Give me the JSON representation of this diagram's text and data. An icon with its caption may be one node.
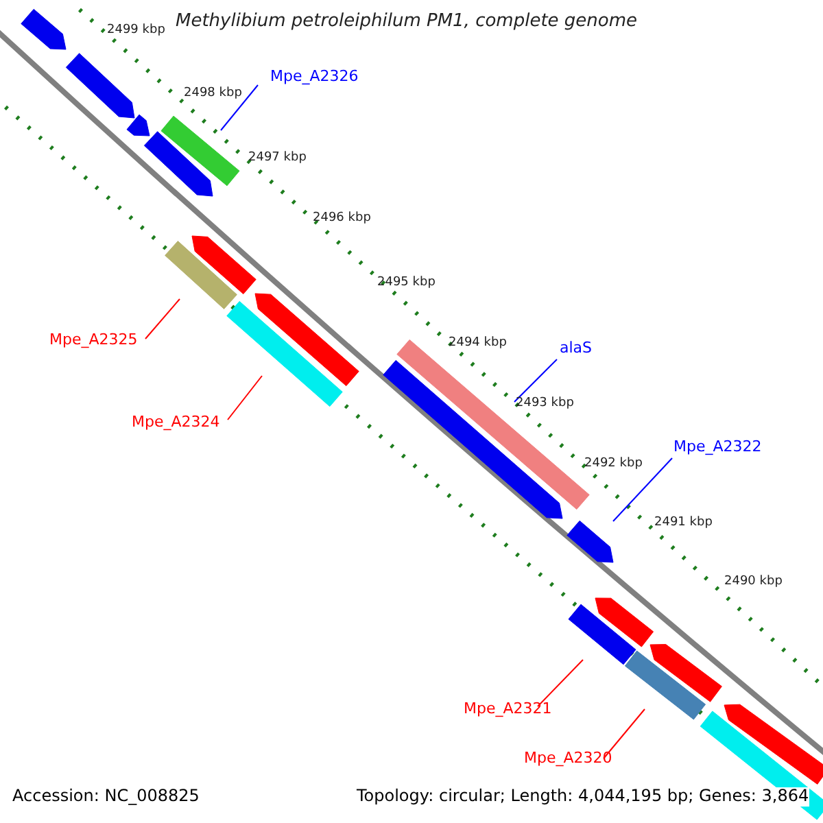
{
  "diagram": {
    "title": "Methylibium petroleiphilum PM1, complete genome",
    "nodes": [
      {
        "text": [],
        "shape": "arrow"
      },
      {
        "text": [],
        "shape": "arrow"
      },
      {
        "text": [],
        "shape": "arrow"
      },
      {
        "text": [],
        "shape": "arrow"
      },
      {
        "text": [],
        "shape": "bar"
      },
      {
        "text": [],
        "shape": "bar"
      },
      {
        "text": [],
        "shape": "arrow"
      },
      {
        "text": [],
        "shape": "arrow"
      },
      {
        "text": [],
        "shape": "arrow"
      },
      {
        "text": [],
        "shape": "arrow"
      },
      {
        "text": [],
        "shape": "bar"
      },
      {
        "text": [],
        "shape": "bar"
      },
      {
        "text": [],
        "shape": "arrow"
      },
      {
        "text": [],
        "shape": "arrow"
      },
      {
        "text": [],
        "shape": "arrow"
      },
      {
        "text": [],
        "shape": "bar"
      },
      {
        "text": [],
        "shape": "bar"
      },
      {
        "text": [],
        "shape": "bar"
      },
      {
        "text": [
          "Mpe_A2326"
        ]
      },
      {
        "text": [
          "alaS"
        ]
      },
      {
        "text": [
          "Mpe_A2322"
        ]
      },
      {
        "text": [
          "Mpe_A2325"
        ]
      },
      {
        "text": [
          "Mpe_A2324"
        ]
      },
      {
        "text": [
          "Mpe_A2321"
        ]
      },
      {
        "text": [
          "Mpe_A2320"
        ]
      }
    ],
    "edges": [
      {
        "from": 18,
        "to": 4,
        "arrow": "none",
        "color": "#0000ff"
      },
      {
        "from": 19,
        "to": 5,
        "arrow": "none",
        "color": "#0000ff"
      },
      {
        "from": 20,
        "to": 7,
        "arrow": "none",
        "color": "#0000ff"
      },
      {
        "from": 21,
        "to": 10,
        "arrow": "none"
      },
      {
        "from": 22,
        "to": 11,
        "arrow": "none"
      },
      {
        "from": 23,
        "to": 15,
        "arrow": "none"
      },
      {
        "from": 24,
        "to": 16,
        "arrow": "none"
      }
    ],
    "labels": [
      "2499 kbp",
      "2498 kbp",
      "2497 kbp",
      "2496 kbp",
      "2495 kbp",
      "2494 kbp",
      "2493 kbp",
      "2492 kbp",
      "2491 kbp",
      "2490 kbp",
      "Accession: NC_008825",
      "Topology: circular; Length: 4,044,195 bp; Genes: 3,864"
    ]
  }
}
